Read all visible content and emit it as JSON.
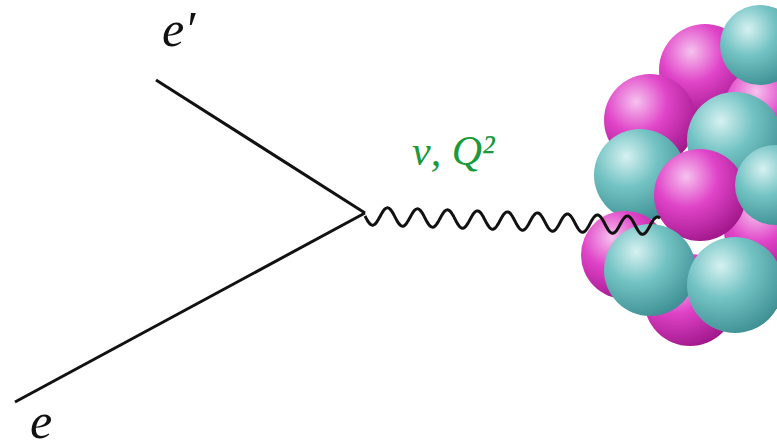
{
  "diagram": {
    "labels": [
      "e′",
      "ν, Q²",
      "e"
    ]
  }
}
